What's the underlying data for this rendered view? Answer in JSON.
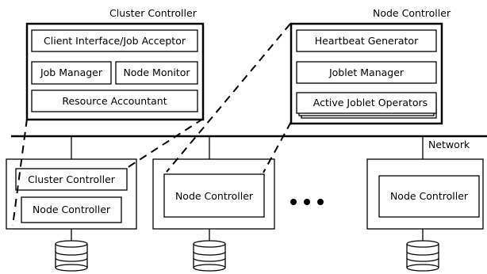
{
  "cluster_controller_detail": {
    "title": "Cluster Controller",
    "components": {
      "client_interface": "Client Interface/Job Acceptor",
      "job_manager": "Job Manager",
      "node_monitor": "Node Monitor",
      "resource_accountant": "Resource Accountant"
    }
  },
  "node_controller_detail": {
    "title": "Node Controller",
    "components": {
      "heartbeat": "Heartbeat Generator",
      "joblet_manager": "Joblet Manager",
      "active_operators": "Active Joblet Operators"
    }
  },
  "network": {
    "label": "Network"
  },
  "machines": [
    {
      "cluster_controller": "Cluster Controller",
      "node_controller": "Node Controller"
    },
    {
      "node_controller": "Node Controller"
    },
    {
      "node_controller": "Node Controller"
    }
  ],
  "icons": {
    "storage": "database-icon",
    "ellipsis": "ellipsis-dots"
  }
}
